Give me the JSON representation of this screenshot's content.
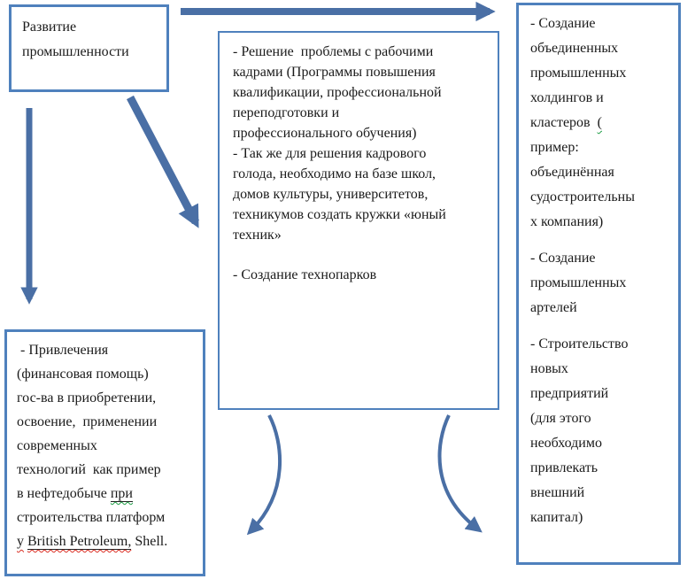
{
  "page": {
    "background": "#ffffff",
    "box_border_color": "#4f81bd",
    "arrow_color": "#4a6fa5",
    "text_color": "#1a1a1a",
    "spellcheck_red": "#d93025",
    "spellcheck_green": "#1e9e45"
  },
  "boxes": {
    "top_left": {
      "lines": [
        "Развитие",
        "промышленности"
      ]
    },
    "center": {
      "lines": [
        "- Решение  проблемы с рабочими",
        "кадрами (Программы повышения",
        "квалификации, профессиональной",
        "переподготовки и",
        "профессионального обучения)",
        "- Так же для решения кадрового",
        "голода, необходимо на базе школ,",
        "домов культуры, университетов,",
        "техникумов создать кружки «юный",
        "техник»",
        "",
        "- Создание технопарков"
      ]
    },
    "right": {
      "lines": [
        "- Создание",
        "объединенных",
        "промышленных",
        "холдингов и",
        [
          {
            "t": "кластеров  "
          },
          {
            "t": "(",
            "w": "green"
          }
        ],
        "пример:",
        "объединённая",
        "судостроительны",
        "х компания)",
        "",
        "- Создание",
        "промышленных",
        "артелей",
        "",
        "- Строительство",
        "новых",
        "предприятий",
        "(для этого",
        "необходимо",
        "привлекать",
        "внешний",
        "капитал)"
      ]
    },
    "bottom_left": {
      "lines": [
        " - Привлечения",
        "(финансовая помощь)",
        "гос-ва в приобретении,",
        "освоение,  применении",
        "современных",
        "технологий  как пример",
        [
          {
            "t": "в нефтедобыче "
          },
          {
            "t": "при",
            "u": true,
            "w": "green"
          }
        ],
        "строительства платформ",
        [
          {
            "t": "у",
            "w": "red"
          },
          {
            "t": " "
          },
          {
            "t": "British Petroleum,",
            "u": true,
            "w": "red"
          },
          {
            "t": " Shell."
          }
        ]
      ]
    }
  },
  "arrows": [
    {
      "name": "arrow-top-horizontal"
    },
    {
      "name": "arrow-vertical-down"
    },
    {
      "name": "arrow-diagonal-down-right"
    },
    {
      "name": "arrow-curved-left"
    },
    {
      "name": "arrow-curved-right"
    }
  ]
}
